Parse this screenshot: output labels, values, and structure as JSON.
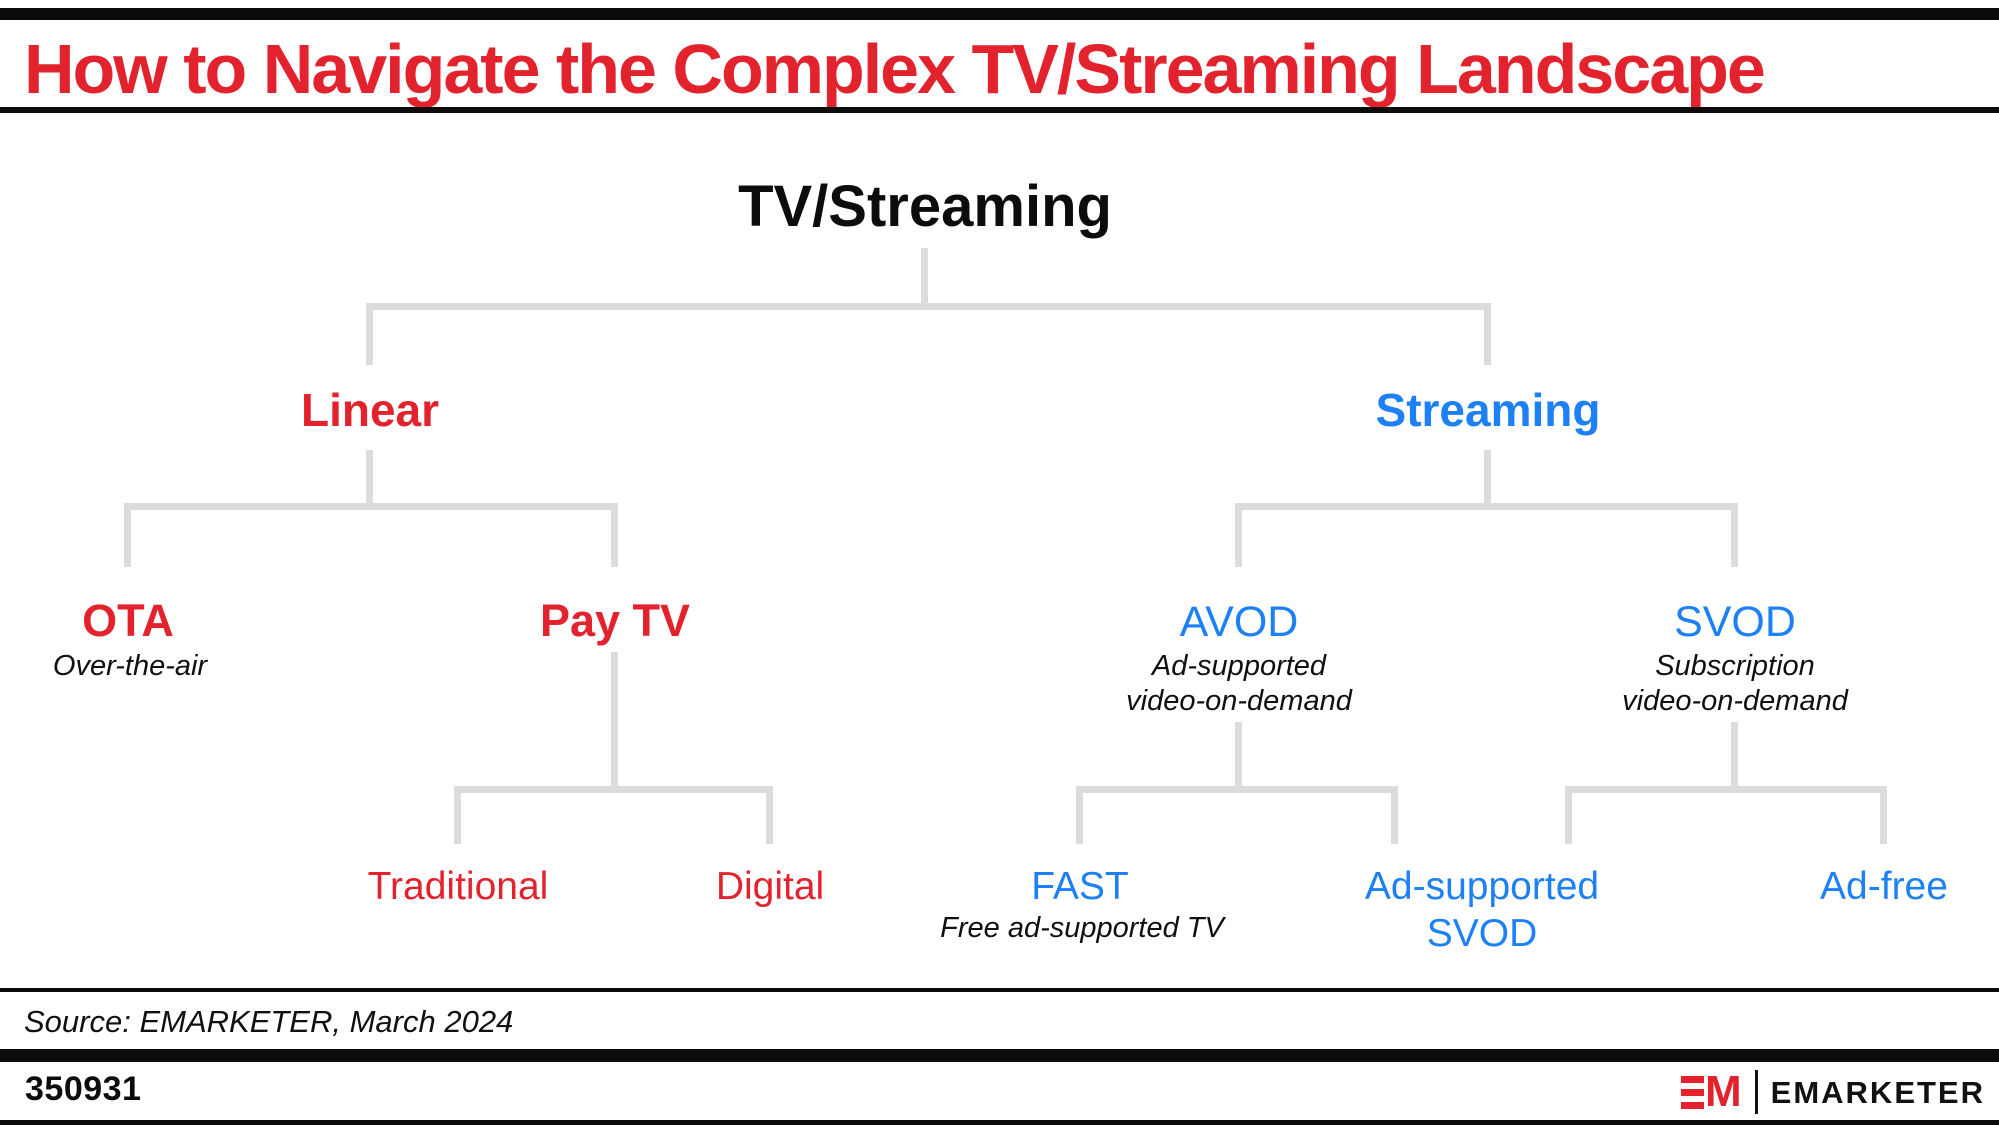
{
  "colors": {
    "accent_red": "#e2232e",
    "accent_blue": "#1e80f5",
    "connector_gray": "#dcdcdc",
    "bar_black": "#0c0c0c"
  },
  "header": {
    "title": "How to Navigate the Complex TV/Streaming Landscape"
  },
  "tree": {
    "root": {
      "label": "TV/Streaming"
    },
    "linear": {
      "label": "Linear"
    },
    "streaming": {
      "label": "Streaming"
    },
    "ota": {
      "label": "OTA",
      "subtitle": "Over-the-air"
    },
    "pay_tv": {
      "label": "Pay TV"
    },
    "avod": {
      "label": "AVOD",
      "subtitle_line1": "Ad-supported",
      "subtitle_line2": "video-on-demand"
    },
    "svod": {
      "label": "SVOD",
      "subtitle_line1": "Subscription",
      "subtitle_line2": "video-on-demand"
    },
    "traditional": {
      "label": "Traditional"
    },
    "digital": {
      "label": "Digital"
    },
    "fast": {
      "label": "FAST",
      "subtitle": "Free ad-supported TV"
    },
    "ad_supported_svod": {
      "label_line1": "Ad-supported",
      "label_line2": "SVOD"
    },
    "ad_free": {
      "label": "Ad-free"
    }
  },
  "footer": {
    "source": "Source: EMARKETER, March 2024",
    "chart_id": "350931",
    "logo_monogram_m": "M",
    "logo_wordmark": "EMARKETER"
  }
}
